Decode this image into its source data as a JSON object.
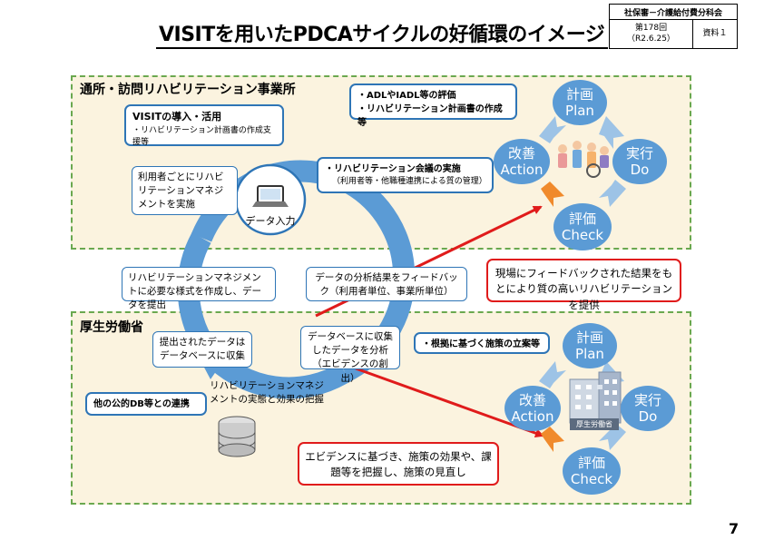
{
  "title": "VISITを用いたPDCAサイクルの好循環のイメージ",
  "header_box": {
    "committee": "社保審－介護給付費分科会",
    "meeting": "第178回（R2.6.25）",
    "doc_label": "資料１"
  },
  "page_number": "7",
  "regions": {
    "top_label": "通所・訪問リハビリテーション事業所",
    "bottom_label": "厚生労働省"
  },
  "visit_box": {
    "heading": "VISITの導入・活用",
    "sub": "・リハビリテーション計画書の作成支援等"
  },
  "adl_box": {
    "line1": "・ADLやIADL等の評価",
    "line2": "・リハビリテーション計画書の作成等"
  },
  "meeting_box": {
    "line1": "・リハビリテーション会議の実施",
    "line2": "（利用者等・他職種連携による質の管理）"
  },
  "policy_box": {
    "line1": "・根拠に基づく施策の立案等"
  },
  "cycle_labels": {
    "management": "利用者ごとにリハビリテーションマネジメントを実施",
    "data_input": "データ入力",
    "create_forms": "リハビリテーションマネジメントに必要な様式を作成し、データを提出",
    "feedback": "データの分析結果をフィードバック（利用者単位、事業所単位）",
    "collect": "提出されたデータはデータベースに収集",
    "analyze": "データベースに収集したデータを分析（エビデンスの創出）",
    "grasp": "リハビリテーションマネジメントの実態と効果の把握"
  },
  "other_db": "他の公的DB等との連携",
  "red_boxes": {
    "quality": "現場にフィードバックされた結果をもとにより質の高いリハビリテーションを提供",
    "evidence": "エビデンスに基づき、施策の効果や、課題等を把握し、施策の見直し"
  },
  "pdca": {
    "plan_jp": "計画",
    "plan_en": "Plan",
    "do_jp": "実行",
    "do_en": "Do",
    "check_jp": "評価",
    "check_en": "Check",
    "act_jp": "改善",
    "act_en": "Action"
  },
  "mhlw_sign": "厚生労働省",
  "colors": {
    "accent_blue": "#5b9bd5",
    "bubble_border": "#2e75b6",
    "alert_red": "#e01b1b",
    "region_fill": "#fbf3df",
    "region_border": "#6aa84f",
    "arrow_orange": "#f08a2c"
  }
}
